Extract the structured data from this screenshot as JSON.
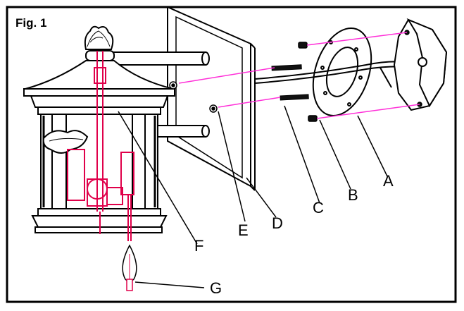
{
  "figure": {
    "title": "Fig. 1"
  },
  "callouts": [
    {
      "id": "A",
      "label": "A"
    },
    {
      "id": "B",
      "label": "B"
    },
    {
      "id": "C",
      "label": "C"
    },
    {
      "id": "D",
      "label": "D"
    },
    {
      "id": "E",
      "label": "E"
    },
    {
      "id": "F",
      "label": "F"
    },
    {
      "id": "G",
      "label": "G"
    }
  ],
  "colors": {
    "frame": "#000000",
    "wire": "#e0004a",
    "guide": "#ff2fd8",
    "part": "#111111"
  }
}
